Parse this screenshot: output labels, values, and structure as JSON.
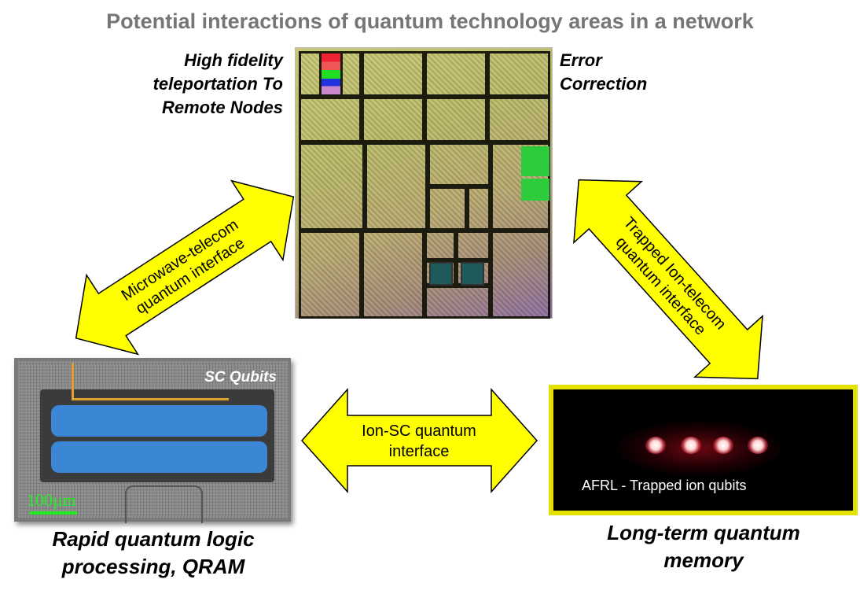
{
  "title": "Potential interactions of quantum technology areas in a network",
  "captions": {
    "top_left": [
      "High fidelity",
      "teleportation To",
      "Remote Nodes"
    ],
    "top_right": [
      "Error",
      "Correction"
    ],
    "bottom_left": [
      "Rapid quantum logic",
      "processing, QRAM"
    ],
    "bottom_right": [
      "Long-term quantum",
      "memory"
    ]
  },
  "images": {
    "chip": {
      "icon": "photonic-chip-image"
    },
    "sc_qubits": {
      "label": "SC Qubits",
      "scale_label": "100µm",
      "accent": "#3c86d6"
    },
    "trapped_ion": {
      "label": "AFRL - Trapped ion qubits",
      "ion_count": 4,
      "border_color": "#e4e000"
    }
  },
  "arrows": {
    "fill": "#ffff00",
    "microwave_telecom": [
      "Microwave-telecom",
      "quantum interface"
    ],
    "trapped_ion_telecom": [
      "Trapped Ion-telecom",
      "quantum interface"
    ],
    "ion_sc": [
      "Ion-SC quantum",
      "interface"
    ]
  }
}
